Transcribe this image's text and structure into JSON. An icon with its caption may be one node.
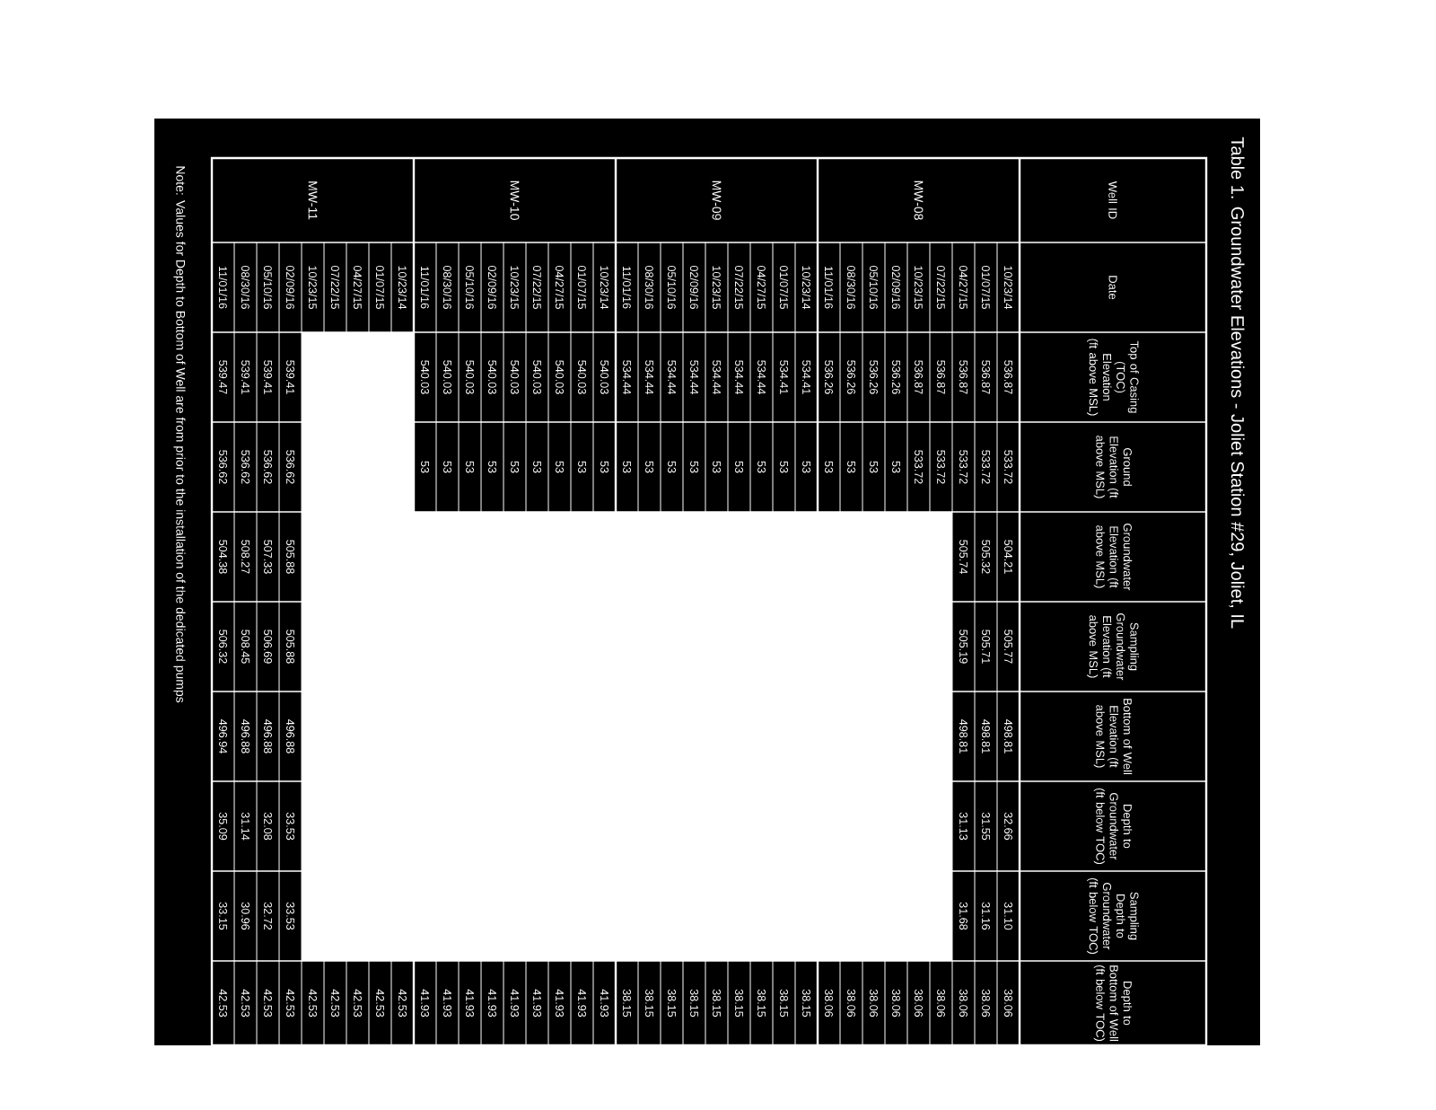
{
  "diagram": {
    "title": "Table 1. Groundwater Elevations - Joliet Station #29, Joliet, IL",
    "labels": [
      "Well ID",
      "Date",
      "Top of Casing (TOC) Elevation (ft above MSL)",
      "Ground Elevation (ft above MSL)",
      "Groundwater Elevation (ft above MSL)",
      "Sampling Groundwater Elevation (ft above MSL)",
      "Bottom of Well Elevation (ft above MSL)",
      "Depth to Groundwater (ft below TOC)",
      "Sampling Depth to Groundwater (ft below TOC)",
      "Depth to Bottom of Well (ft below TOC)",
      "MW-08",
      "10/23/14",
      "536.87",
      "533.72",
      "504.21",
      "505.77",
      "498.81",
      "32.66",
      "31.10",
      "38.06",
      "01/07/15",
      "536.87",
      "533.72",
      "505.32",
      "505.71",
      "498.81",
      "31.55",
      "31.16",
      "38.06",
      "04/27/15",
      "536.87",
      "533.72",
      "505.74",
      "505.19",
      "498.81",
      "31.13",
      "31.68",
      "38.06",
      "07/22/15",
      "536.87",
      "533.72",
      "38.06",
      "10/23/15",
      "536.87",
      "533.72",
      "38.06",
      "02/09/16",
      "536.26",
      "53",
      "38.06",
      "05/10/16",
      "536.26",
      "53",
      "38.06",
      "08/30/16",
      "536.26",
      "53",
      "38.06",
      "11/01/16",
      "536.26",
      "53",
      "38.06",
      "MW-09",
      "10/23/14",
      "534.41",
      "53",
      "38.15",
      "01/07/15",
      "534.41",
      "53",
      "38.15",
      "04/27/15",
      "534.44",
      "53",
      "38.15",
      "07/22/15",
      "534.44",
      "53",
      "38.15",
      "10/23/15",
      "534.44",
      "53",
      "38.15",
      "02/09/16",
      "534.44",
      "53",
      "38.15",
      "05/10/16",
      "534.44",
      "53",
      "38.15",
      "08/30/16",
      "534.44",
      "53",
      "38.15",
      "11/01/16",
      "534.44",
      "53",
      "38.15",
      "MW-10",
      "10/23/14",
      "540.03",
      "53",
      "41.93",
      "01/07/15",
      "540.03",
      "53",
      "41.93",
      "04/27/15",
      "540.03",
      "53",
      "41.93",
      "07/22/15",
      "540.03",
      "53",
      "41.93",
      "10/23/15",
      "540.03",
      "53",
      "41.93",
      "02/09/16",
      "540.03",
      "53",
      "41.93",
      "05/10/16",
      "540.03",
      "53",
      "41.93",
      "08/30/16",
      "540.03",
      "53",
      "41.93",
      "11/01/16",
      "540.03",
      "53",
      "41.93",
      "MW-11",
      "10/23/14",
      "42.53",
      "01/07/15",
      "42.53",
      "04/27/15",
      "42.53",
      "07/22/15",
      "42.53",
      "10/23/15",
      "42.53",
      "02/09/16",
      "539.41",
      "536.62",
      "505.88",
      "505.88",
      "496.88",
      "33.53",
      "33.53",
      "42.53",
      "05/10/16",
      "539.41",
      "536.62",
      "507.33",
      "506.69",
      "496.88",
      "32.08",
      "32.72",
      "42.53",
      "08/30/16",
      "539.41",
      "536.62",
      "508.27",
      "508.45",
      "496.88",
      "31.14",
      "30.96",
      "42.53",
      "11/01/16",
      "539.47",
      "536.62",
      "504.38",
      "506.32",
      "496.94",
      "35.09",
      "33.15",
      "42.53",
      "Note: Values for Depth to Bottom of Well are from prior to the installation of the dedicated pumps"
    ]
  }
}
